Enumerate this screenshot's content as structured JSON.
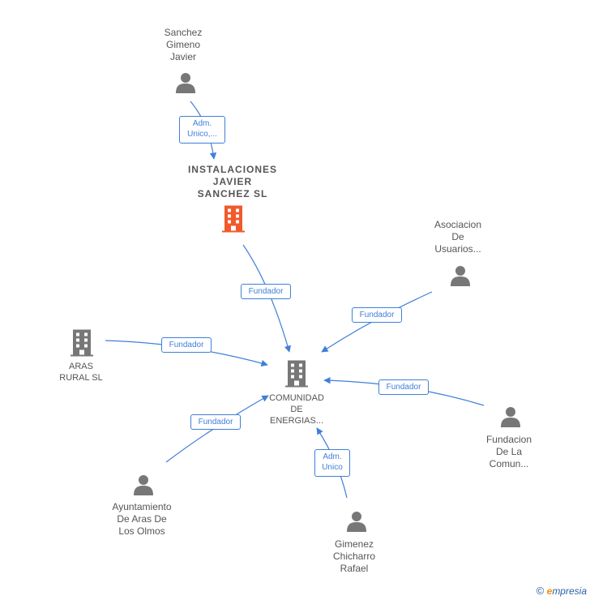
{
  "nodes": {
    "sanchez": {
      "label": "Sanchez\nGimeno\nJavier",
      "icon": "person-icon"
    },
    "instalaciones": {
      "label": "INSTALACIONES\nJAVIER\nSANCHEZ  SL",
      "icon": "building-icon"
    },
    "asociacion": {
      "label": "Asociacion\nDe\nUsuarios...",
      "icon": "person-icon"
    },
    "aras": {
      "label": "ARAS\nRURAL  SL",
      "icon": "building-icon"
    },
    "comunidad": {
      "label": "COMUNIDAD\nDE\nENERGIAS...",
      "icon": "building-icon"
    },
    "fundacion": {
      "label": "Fundacion\nDe La\nComun...",
      "icon": "person-icon"
    },
    "ayuntamiento": {
      "label": "Ayuntamiento\nDe Aras De\nLos Olmos",
      "icon": "person-icon"
    },
    "gimenez": {
      "label": "Gimenez\nChicharro\nRafael",
      "icon": "person-icon"
    }
  },
  "edges": {
    "sanchez_instalaciones": "Adm.\nUnico,...",
    "instalaciones_comunidad": "Fundador",
    "asociacion_comunidad": "Fundador",
    "aras_comunidad": "Fundador",
    "fundacion_comunidad": "Fundador",
    "ayuntamiento_comunidad": "Fundador",
    "gimenez_comunidad": "Adm.\nUnico"
  },
  "colors": {
    "edge": "#3f7fd8",
    "icon": "#777777",
    "highlight": "#f15a2b"
  },
  "footer": {
    "copyright": "©",
    "brand_e": "e",
    "brand_rest": "mpresia"
  }
}
